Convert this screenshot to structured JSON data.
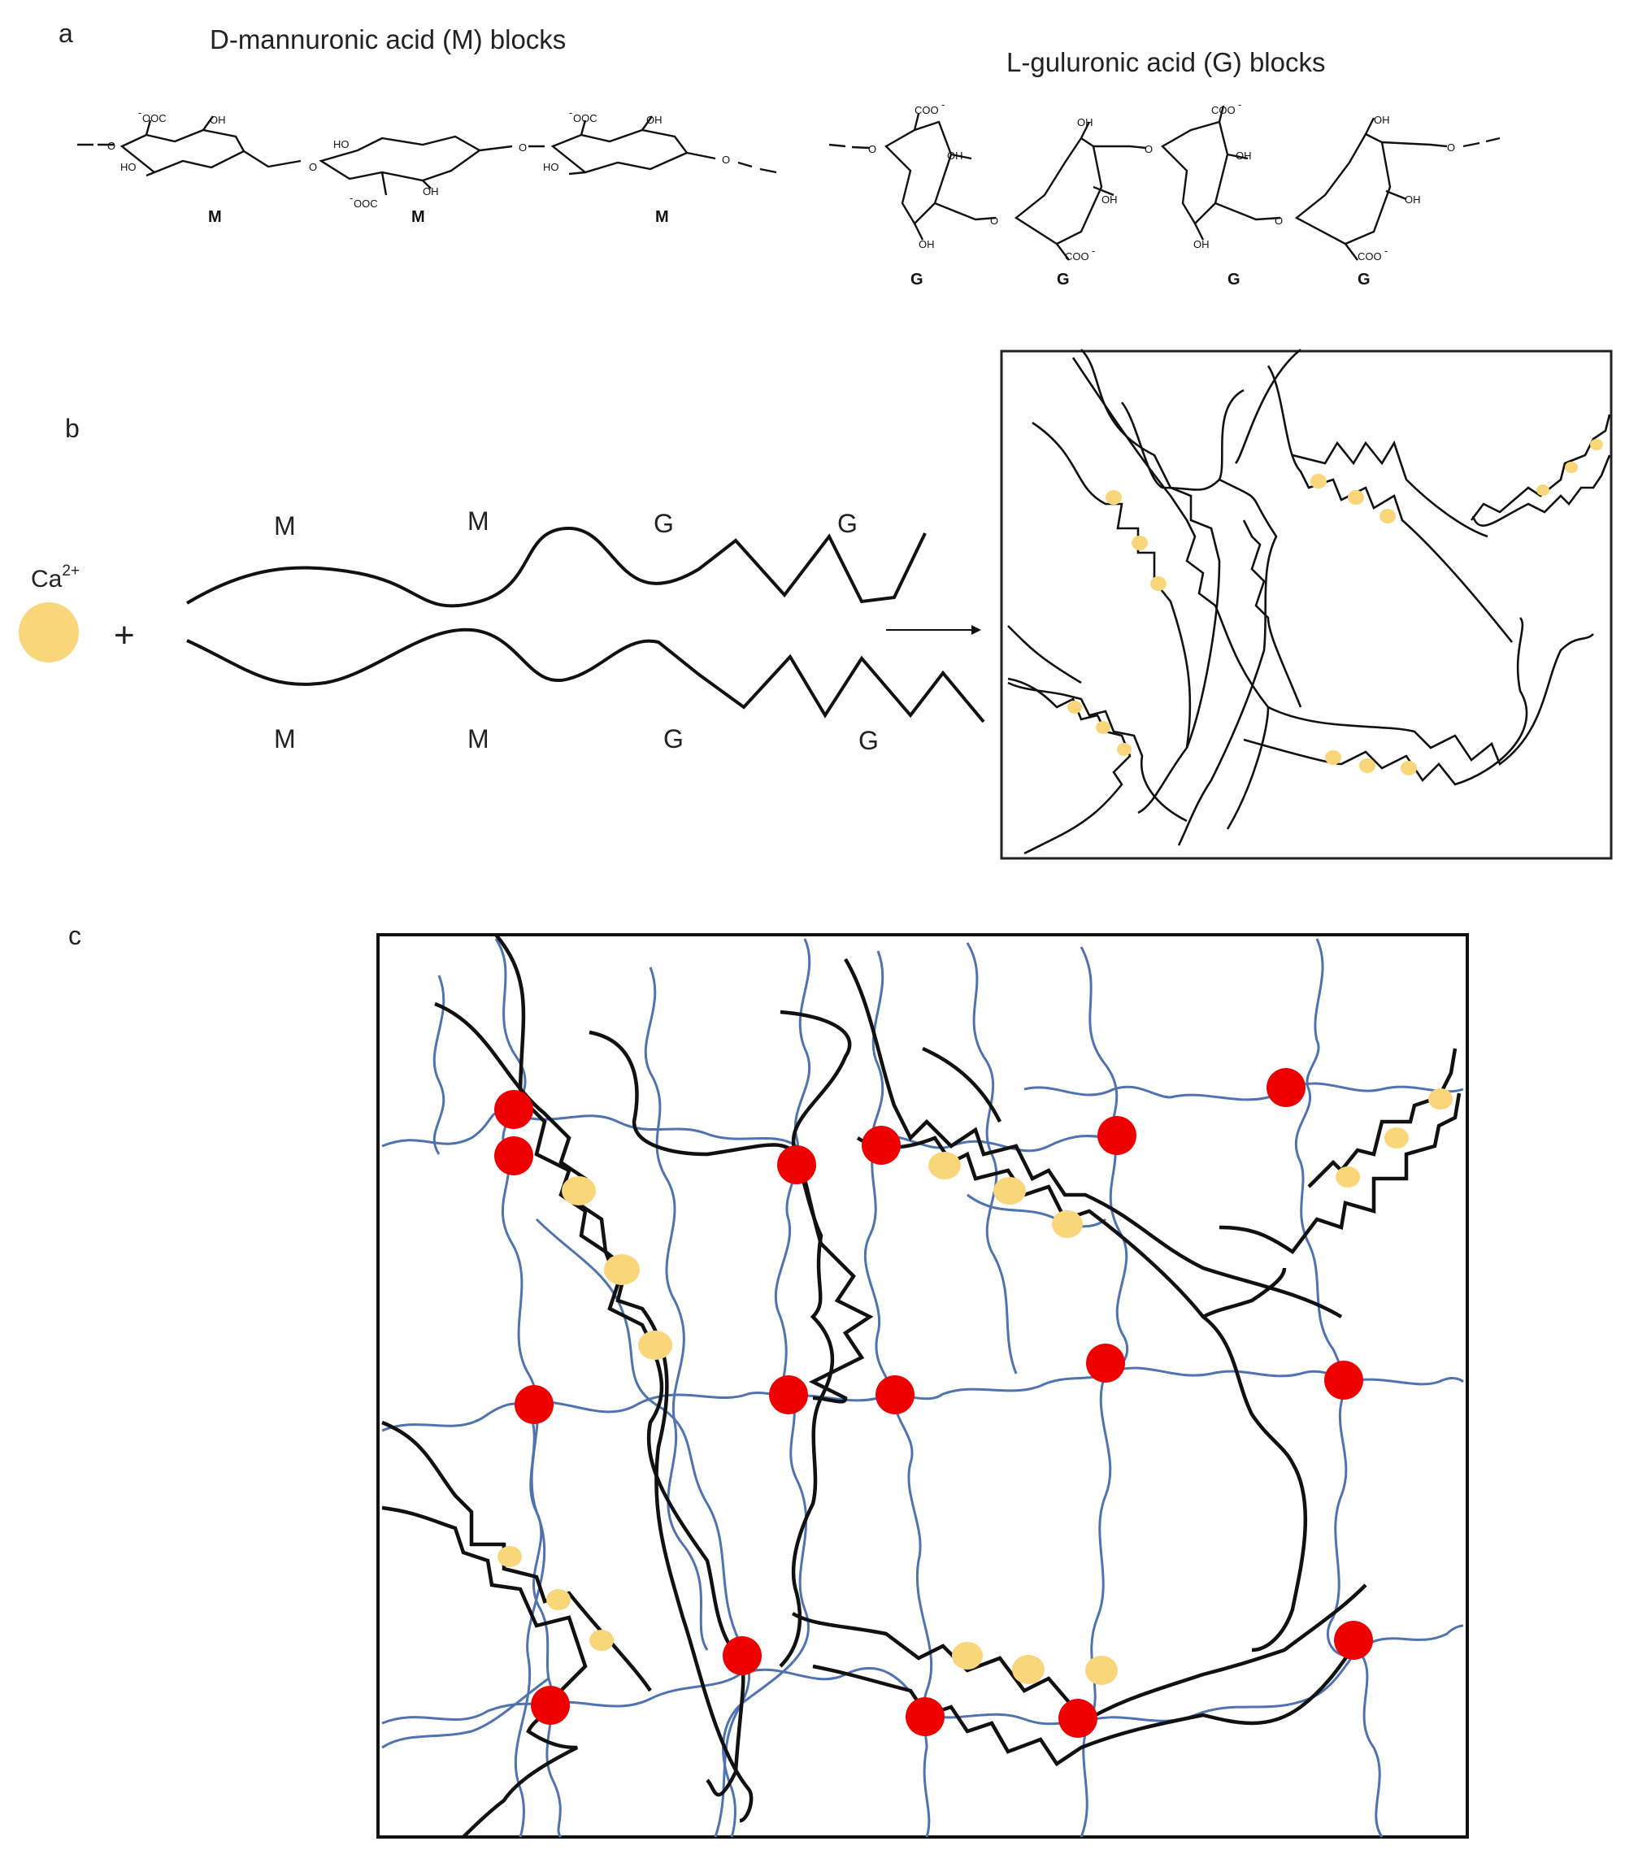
{
  "panel_a": {
    "letter": "a",
    "m_title": "D-mannuronic acid (M) blocks",
    "g_title": "L-guluronic acid (G) blocks",
    "m_unit_label": "M",
    "g_unit_label": "G",
    "carboxylate_right": "COO",
    "carboxylate_left": "OOC",
    "minus": "-",
    "hydroxyl_right": "OH",
    "hydroxyl_left": "HO",
    "ring_oxygen": "O"
  },
  "panel_b": {
    "letter": "b",
    "ion_label": "Ca",
    "ion_charge": "2+",
    "plus": "+",
    "upper_strand_labels": [
      "M",
      "M",
      "G",
      "G"
    ],
    "lower_strand_labels": [
      "M",
      "M",
      "G",
      "G"
    ]
  },
  "panel_c": {
    "letter": "c"
  },
  "colors": {
    "calcium_ion": "#f9d679",
    "alginate_chain": "#111111",
    "second_network": "#4f73b1",
    "crosslink_node": "#ee0000",
    "frame": "#222222"
  }
}
